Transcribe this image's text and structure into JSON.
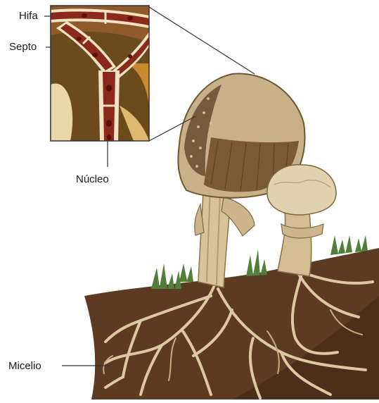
{
  "labels": {
    "hifa": "Hifa",
    "septo": "Septo",
    "nucleo": "Núcleo",
    "micelio": "Micelio"
  },
  "colors": {
    "soil": "#5a3a22",
    "soil_dark": "#3f2716",
    "grass": "#4f7f3a",
    "stem": "#d9c39a",
    "stem_shade": "#a88f62",
    "cap": "#c8b189",
    "gills": "#7a5a35",
    "hypha_tube": "#8b2a1a",
    "hypha_wall": "#f0e2c2",
    "nucleus": "#5a1208",
    "inset_bg": "#6b4a1e",
    "leader_line": "#333333"
  },
  "icons": [
    "mushroom-illustration",
    "hypha-detail-inset",
    "mycelium-network"
  ]
}
